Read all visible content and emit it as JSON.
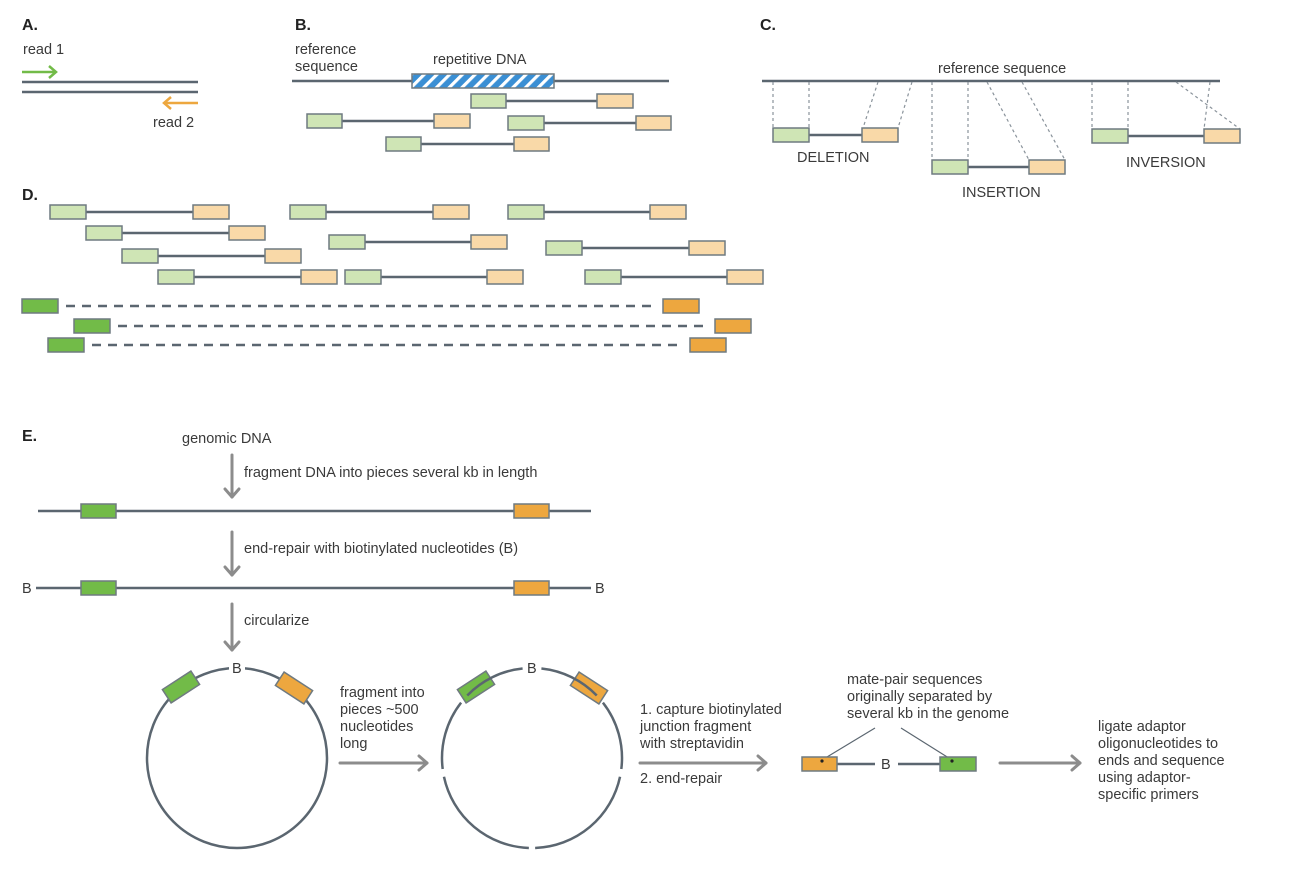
{
  "colors": {
    "line": "#5b6670",
    "light_green": "#cfe5b5",
    "light_orange": "#f9d9a8",
    "green": "#72bb48",
    "orange": "#eda73f",
    "repeat_blue": "#3a8fd4",
    "arrow_gray": "#8c8c8c",
    "read1_arrow": "#72bb48",
    "read2_arrow": "#eda73f"
  },
  "panel_a": {
    "label": "A.",
    "read1": "read 1",
    "read2": "read 2"
  },
  "panel_b": {
    "label": "B.",
    "reference_line1": "reference",
    "reference_line2": "sequence",
    "repeat": "repetitive DNA"
  },
  "panel_c": {
    "label": "C.",
    "reference": "reference sequence",
    "deletion": "DELETION",
    "insertion": "INSERTION",
    "inversion": "INVERSION"
  },
  "panel_d": {
    "label": "D.",
    "paired_end_rows": 4,
    "mate_pair_rows": 3
  },
  "panel_e": {
    "label": "E.",
    "genomic": "genomic DNA",
    "step1": "fragment DNA into pieces several kb in length",
    "step2": "end-repair with biotinylated nucleotides (B)",
    "biotin": "B",
    "step3": "circularize",
    "fragment": [
      "fragment into",
      "pieces ~500",
      "nucleotides",
      "long"
    ],
    "capture": [
      "1. capture biotinylated",
      "junction fragment",
      "with streptavidin"
    ],
    "endrepair": "2. end-repair",
    "matepair": [
      "mate-pair sequences",
      "originally separated by",
      "several kb in the genome"
    ],
    "ligate": [
      "ligate adaptor",
      "oligonucleotides to",
      "ends and sequence",
      "using adaptor-",
      "specific primers"
    ]
  }
}
